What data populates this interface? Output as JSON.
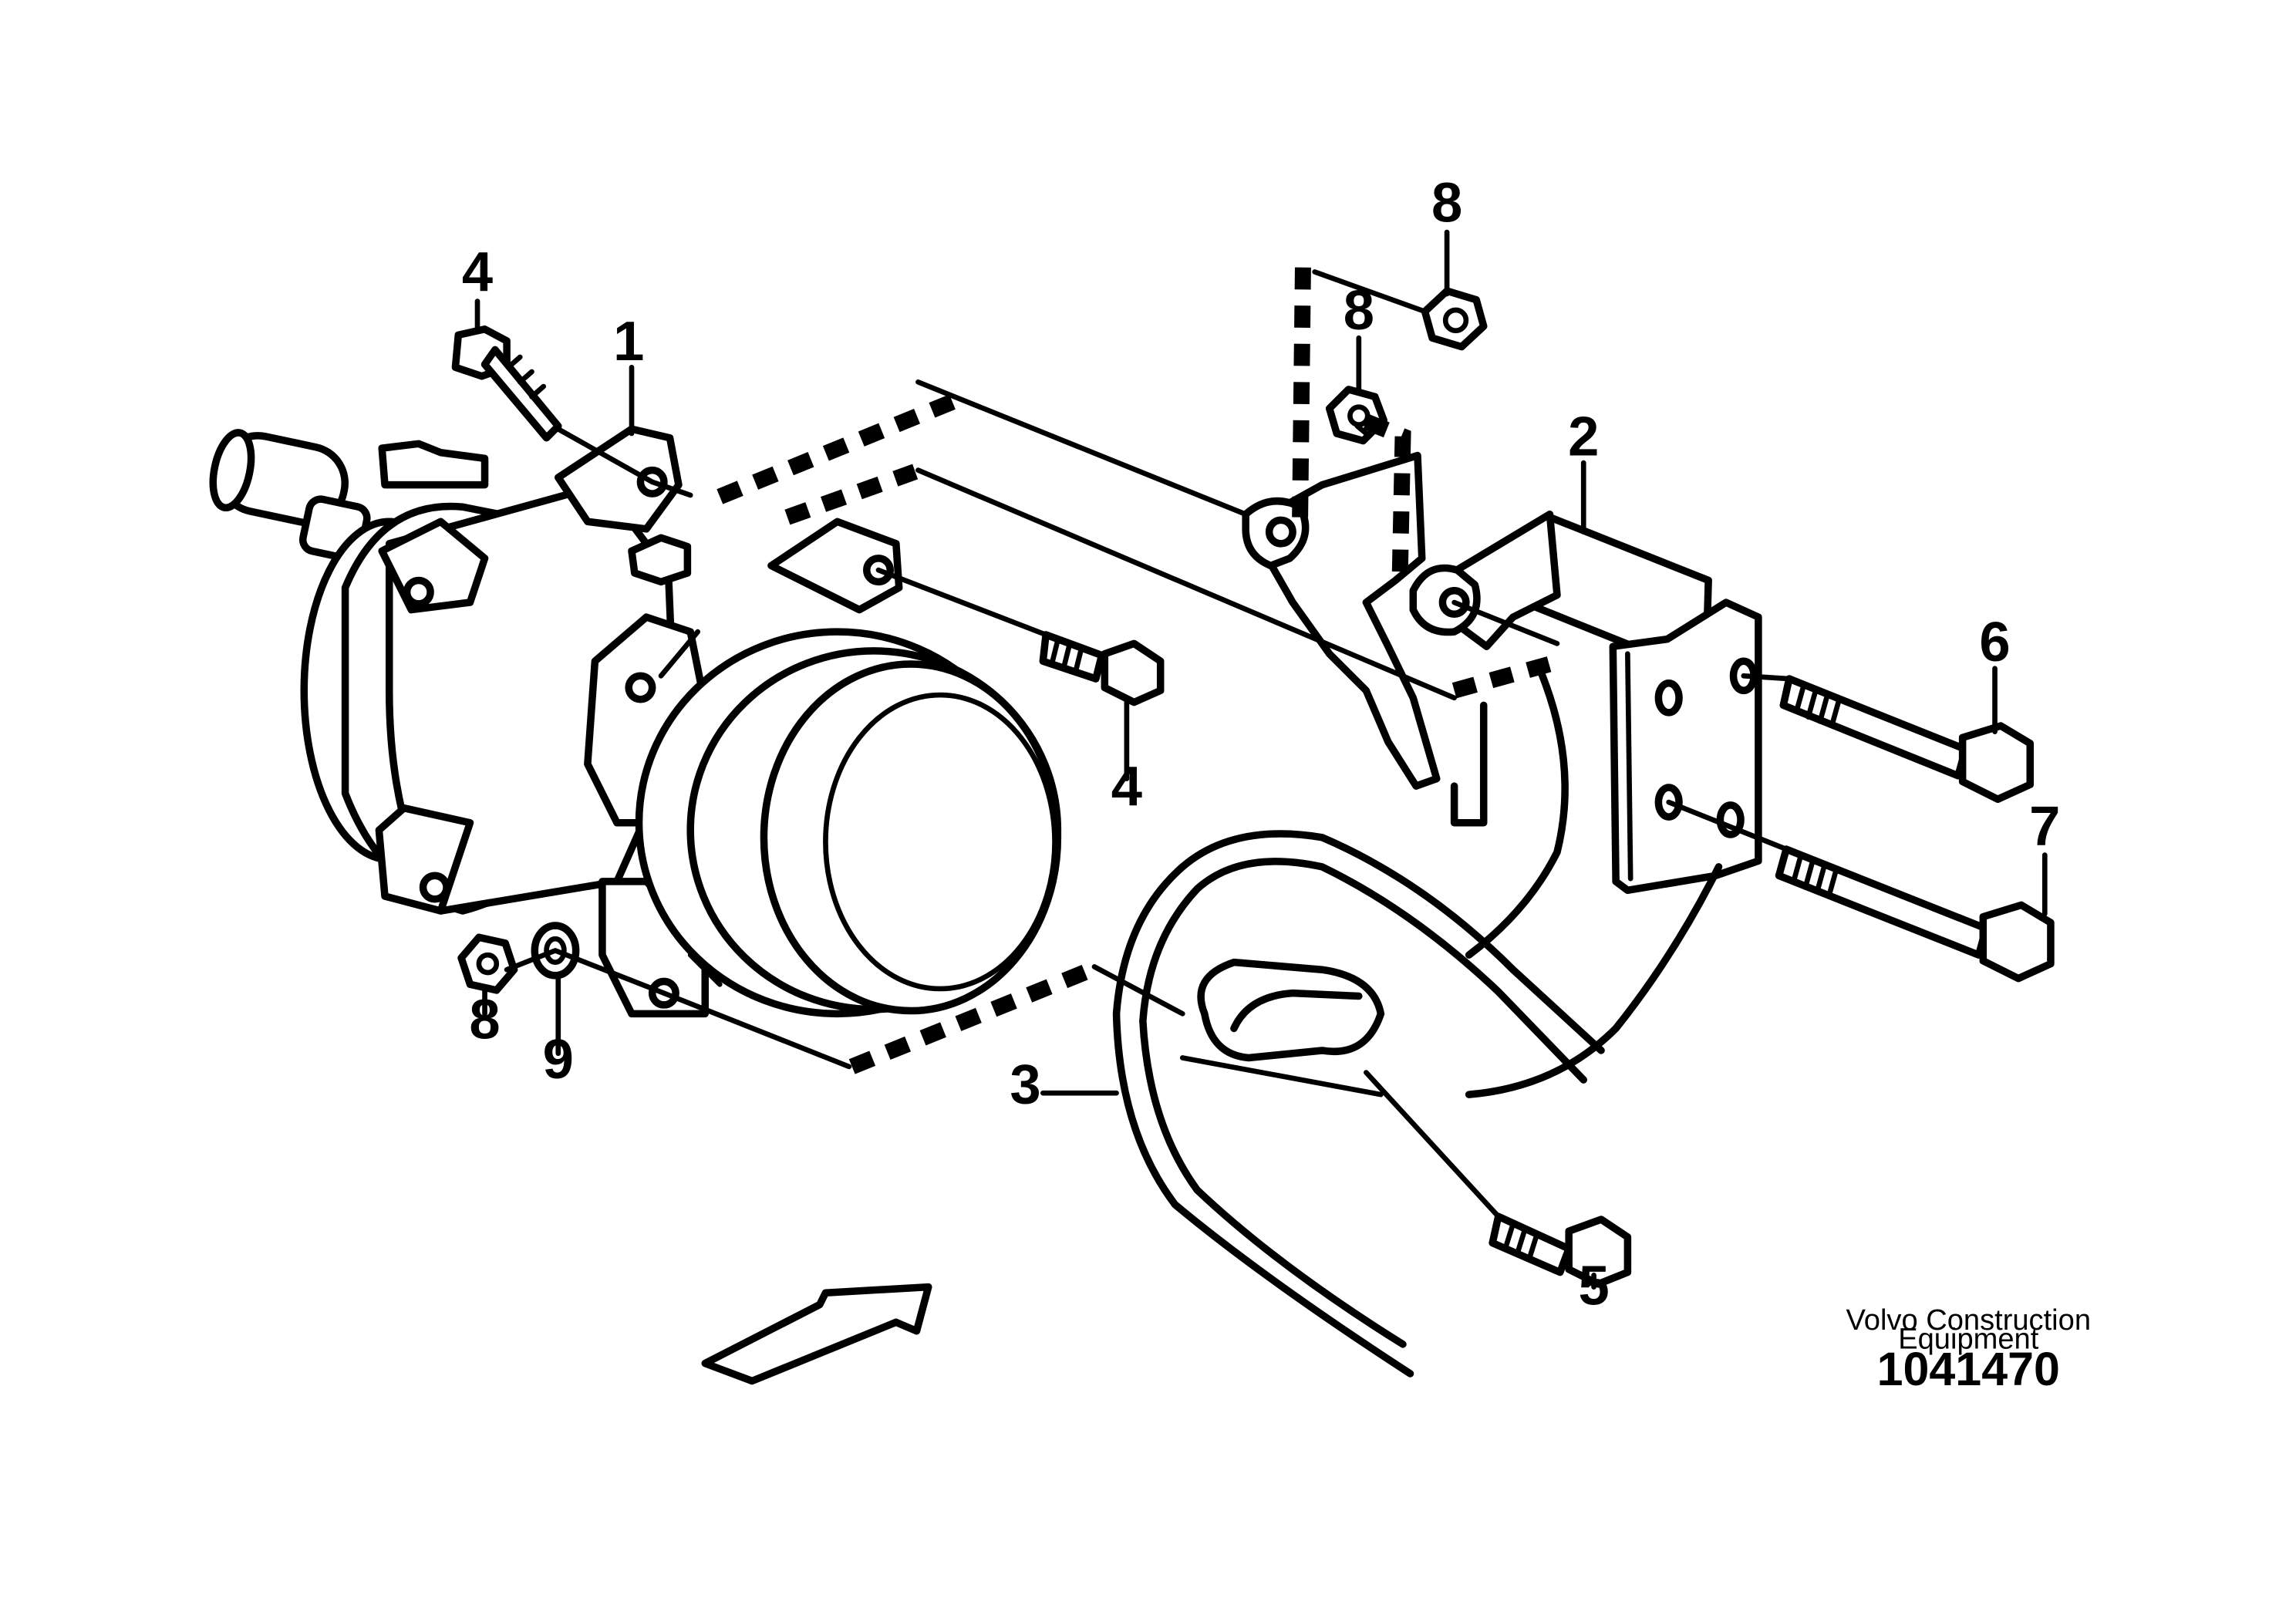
{
  "callouts": {
    "c1": "1",
    "c2": "2",
    "c3": "3",
    "c4_top": "4",
    "c4_mid": "4",
    "c5": "5",
    "c6": "6",
    "c7": "7",
    "c8_top": "8",
    "c8_mid": "8",
    "c8_low": "8",
    "c9": "9"
  },
  "footer": {
    "credit_line1": "Volvo Construction",
    "credit_line2": "Equipment",
    "doc_number": "1041470"
  }
}
